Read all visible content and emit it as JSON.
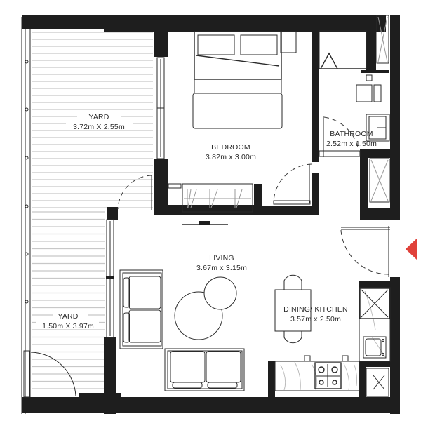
{
  "floor_plan": {
    "rooms": [
      {
        "id": "yard-top",
        "name": "YARD",
        "dimensions": "3.72m X 2.55m"
      },
      {
        "id": "yard-bottom",
        "name": "YARD",
        "dimensions": "1.50m X 3.97m"
      },
      {
        "id": "bedroom",
        "name": "BEDROOM",
        "dimensions": "3.82m x 3.00m"
      },
      {
        "id": "bathroom",
        "name": "BATHROOM",
        "dimensions": "2.52m x 1.50m"
      },
      {
        "id": "living",
        "name": "LIVING",
        "dimensions": "3.67m x 3.15m"
      },
      {
        "id": "dining-kitchen",
        "name": "DINING/ KITCHEN",
        "dimensions": "3.57m x 2.50m"
      }
    ],
    "entrance_marker": {
      "icon": "entrance-arrow-icon",
      "direction": "left",
      "color": "#e0413a"
    },
    "colors": {
      "wall": "#1e1e1e",
      "line": "#2a2a2a",
      "label": "#2b2b2b",
      "background": "#ffffff"
    }
  }
}
